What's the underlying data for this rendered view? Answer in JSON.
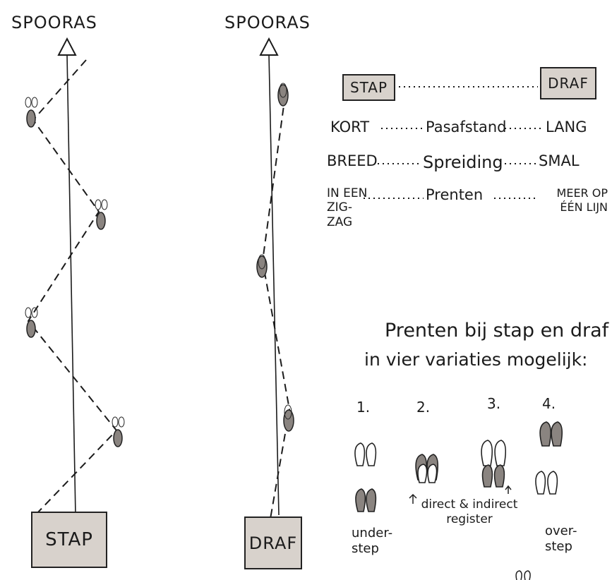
{
  "left_diagram": {
    "axis_label": "SPOORAS",
    "box_label": "STAP"
  },
  "right_diagram": {
    "axis_label": "SPOORAS",
    "box_label": "DRAF"
  },
  "comparison": {
    "header_left": "STAP",
    "header_right": "DRAF",
    "rows": [
      {
        "left": "KORT",
        "middle": "Pasafstand",
        "right": "LANG"
      },
      {
        "left": "BREED",
        "middle": "Spreiding",
        "right": "SMAL"
      },
      {
        "left": "IN EEN ZIG-ZAG",
        "middle": "Prenten",
        "right": "MEER OP ÉÉN LIJN"
      }
    ]
  },
  "variations": {
    "title_line1": "Prenten bij stap en draf",
    "title_line2": "in vier variaties mogelijk:",
    "numbers": [
      "1.",
      "2.",
      "3.",
      "4."
    ],
    "understep": "under-step",
    "register": "direct & indirect register",
    "overstep": "over-step"
  },
  "colors": {
    "box_fill": "#d8d2cc",
    "ink": "#1b1b1b",
    "hoof_fill": "#8a8480"
  }
}
